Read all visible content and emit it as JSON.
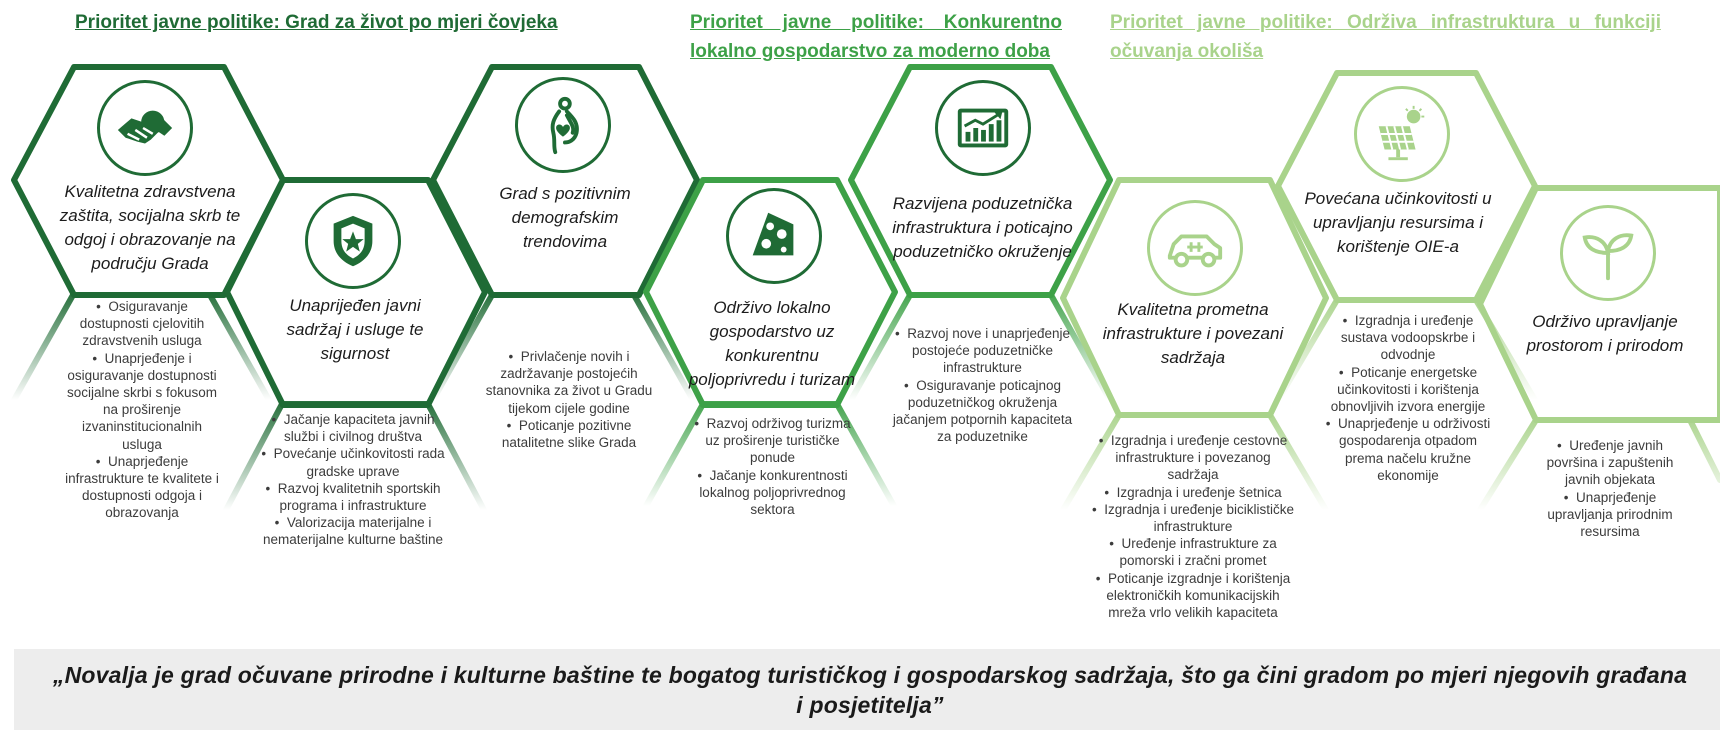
{
  "colors": {
    "dark_green": "#1f6b35",
    "mid_green": "#3da147",
    "light_green": "#a9d38b",
    "vision_bar": "#ededed"
  },
  "priorities": [
    {
      "text": "Prioritet javne politike: Grad za život po mjeri čovjeka",
      "color": "#1f6b35"
    },
    {
      "text": "Prioritet javne politike: Konkurentno lokalno gospodarstvo za moderno doba",
      "color": "#3da147"
    },
    {
      "text": "Prioritet javne politike: Održiva infrastruktura u funkciji očuvanja okoliša",
      "color": "#a9d38b"
    }
  ],
  "goals": [
    {
      "title": "Kvalitetna zdravstvena zaštita, socijalna skrb te odgoj i obrazovanje na području Grada",
      "icon": "handshake-icon",
      "bullets": [
        "Osiguravanje dostupnosti cjelovitih zdravstvenih usluga",
        "Unaprjeđenje i osiguravanje dostupnosti socijalne skrbi s fokusom na proširenje izvaninstitucionalnih usluga",
        "Unaprjeđenje infrastrukture te kvalitete i dostupnosti odgoja i obrazovanja"
      ]
    },
    {
      "title": "Unaprijeđen javni sadržaj i usluge te sigurnost",
      "icon": "shield-star-icon",
      "bullets": [
        "Jačanje kapaciteta javnih službi i civilnog društva",
        "Povećanje učinkovitosti rada gradske uprave",
        "Razvoj kvalitetnih sportskih programa i infrastrukture",
        "Valorizacija materijalne i nematerijalne kulturne baštine"
      ]
    },
    {
      "title": "Grad s pozitivnim demografskim trendovima",
      "icon": "pregnant-heart-icon",
      "bullets": [
        "Privlačenje novih i zadržavanje postojećih stanovnika za život u Gradu tijekom cijele godine",
        "Poticanje pozitivne natalitetne slike Grada"
      ]
    },
    {
      "title": "Održivo lokalno gospodarstvo uz konkurentnu poljoprivredu i turizam",
      "icon": "cheese-icon",
      "bullets": [
        "Razvoj održivog turizma uz proširenje turističke ponude",
        "Jačanje konkurentnosti lokalnog poljoprivrednog sektora"
      ]
    },
    {
      "title": "Razvijena poduzetnička infrastruktura i poticajno poduzetničko okruženje",
      "icon": "growth-chart-icon",
      "bullets": [
        "Razvoj nove i unaprjeđenje postojeće poduzetničke infrastrukture",
        "Osiguravanje poticajnog poduzetničkog okruženja jačanjem potpornih kapaciteta za poduzetnike"
      ]
    },
    {
      "title": "Kvalitetna prometna infrastrukture i povezani sadržaja",
      "icon": "electric-car-icon",
      "bullets": [
        "Izgradnja i uređenje cestovne infrastrukture i povezanog sadržaja",
        "Izgradnja i uređenje šetnica",
        "Izgradnja i uređenje biciklističke infrastrukture",
        "Uređenje infrastrukture za pomorski i zračni promet",
        "Poticanje izgradnje i korištenja elektroničkih komunikacijskih mreža vrlo velikih kapaciteta"
      ]
    },
    {
      "title": "Povećana učinkovitosti u upravljanju resursima i korištenje OIE-a",
      "icon": "solar-panel-icon",
      "bullets": [
        "Izgradnja i uređenje sustava vodoopskrbe i odvodnje",
        "Poticanje energetske učinkovitosti i korištenja obnovljivih izvora energije",
        "Unaprjeđenje u održivosti gospodarenja otpadom prema načelu kružne ekonomije"
      ]
    },
    {
      "title": "Održivo upravljanje prostorom i prirodom",
      "icon": "sprout-icon",
      "bullets": [
        "Uređenje javnih površina i zapuštenih javnih objekata",
        "Unaprjeđenje upravljanja prirodnim resursima"
      ]
    }
  ],
  "vision": "„Novalja je grad očuvane prirodne i kulturne baštine te bogatog turističkog i gospodarskog sadržaja, što ga čini gradom po mjeri njegovih građana i posjetitelja”"
}
